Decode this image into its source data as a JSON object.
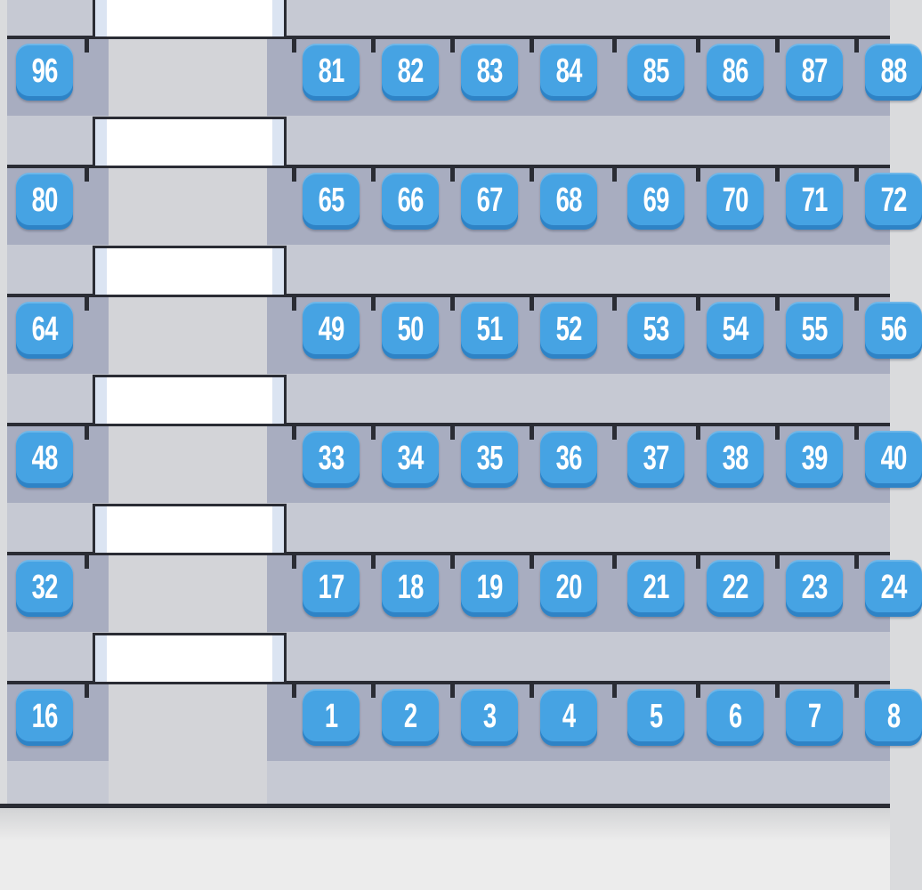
{
  "colors": {
    "seat": "#46a3e3",
    "seat_shadow": "#2e83c6",
    "seat_text": "#ffffff",
    "row_band": "#a8adc0",
    "row_gap": "#c6c9d3",
    "aisle": "#d3d4d8",
    "line": "#2a2c34",
    "step_fill": "#ffffff",
    "step_side": "#dbe4f2",
    "page_bg": "#dadbdd",
    "footer_bg": "#ececec",
    "floor_shadow": "#d2d3d5"
  },
  "seat_rows": [
    {
      "aisle_seat": "96",
      "seats": [
        "81",
        "82",
        "83",
        "84",
        "85",
        "86",
        "87",
        "88"
      ]
    },
    {
      "aisle_seat": "80",
      "seats": [
        "65",
        "66",
        "67",
        "68",
        "69",
        "70",
        "71",
        "72"
      ]
    },
    {
      "aisle_seat": "64",
      "seats": [
        "49",
        "50",
        "51",
        "52",
        "53",
        "54",
        "55",
        "56"
      ]
    },
    {
      "aisle_seat": "48",
      "seats": [
        "33",
        "34",
        "35",
        "36",
        "37",
        "38",
        "39",
        "40"
      ]
    },
    {
      "aisle_seat": "32",
      "seats": [
        "17",
        "18",
        "19",
        "20",
        "21",
        "22",
        "23",
        "24"
      ]
    },
    {
      "aisle_seat": "16",
      "seats": [
        "1",
        "2",
        "3",
        "4",
        "5",
        "6",
        "7",
        "8"
      ]
    }
  ]
}
